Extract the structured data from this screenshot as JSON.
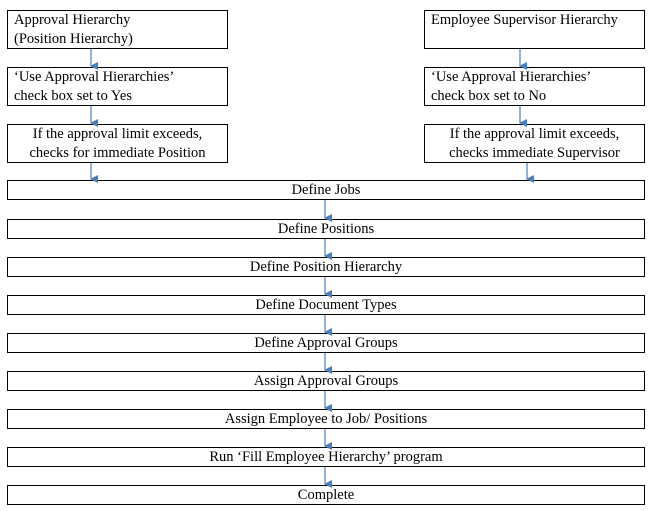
{
  "left_column": {
    "box1": [
      "Approval Hierarchy",
      "(Position Hierarchy)"
    ],
    "box2": [
      "‘Use Approval Hierarchies’",
      "check box set to Yes"
    ],
    "box3": [
      "If the approval limit exceeds,",
      "checks for immediate Position"
    ]
  },
  "right_column": {
    "box1": [
      "Employee Supervisor Hierarchy"
    ],
    "box2": [
      "‘Use Approval Hierarchies’",
      "check box set to No"
    ],
    "box3": [
      "If the approval limit exceeds,",
      "checks immediate Supervisor"
    ]
  },
  "steps": [
    "Define Jobs",
    "Define Positions",
    "Define Position Hierarchy",
    "Define Document Types",
    "Define Approval Groups",
    "Assign Approval Groups",
    "Assign Employee to Job/ Positions",
    "Run ‘Fill Employee Hierarchy’ program",
    "Complete"
  ],
  "colors": {
    "arrow": "#4a7ebb",
    "border": "#000000"
  }
}
